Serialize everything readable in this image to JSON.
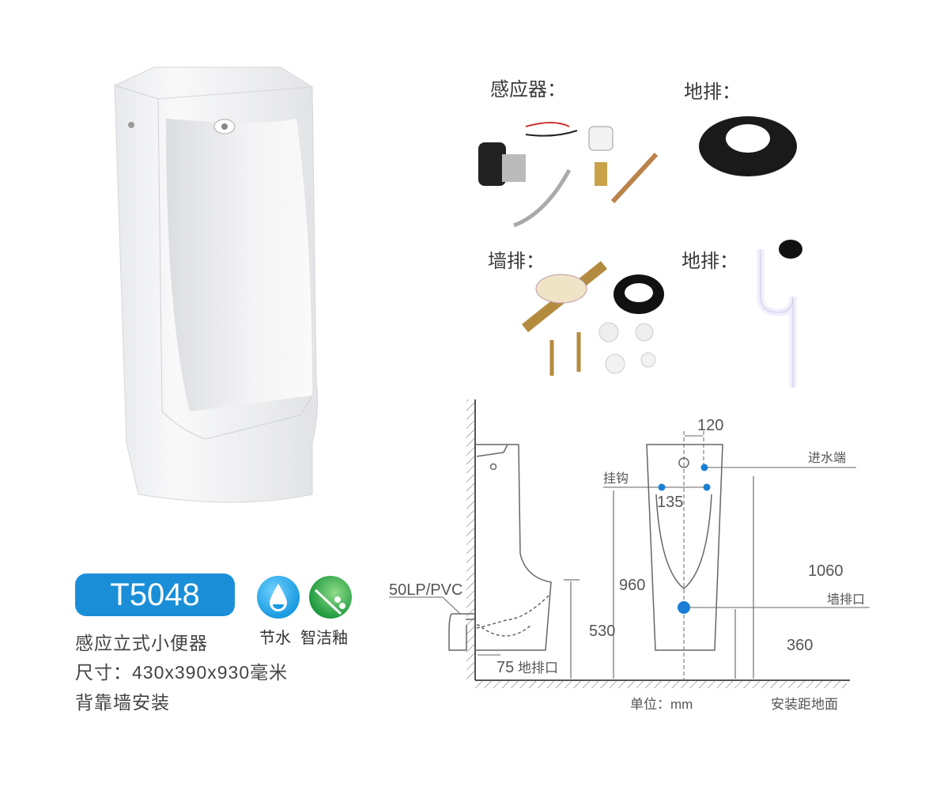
{
  "product": {
    "model": "T5048",
    "name": "感应立式小便器",
    "size": "尺寸：430x390x930毫米",
    "install": "背靠墙安装",
    "badges": [
      {
        "icon": "water-drop-icon",
        "label": "节水",
        "color": "#1a9be0"
      },
      {
        "icon": "glaze-icon",
        "label": "智洁釉",
        "color": "#1f9a3e"
      }
    ]
  },
  "accessories": {
    "sensor": "感应器：",
    "floor_drain_1": "地排：",
    "wall_drain": "墙排：",
    "floor_drain_2": "地排："
  },
  "diagram": {
    "pipe_label": "50LP/PVC",
    "floor_outlet_offset": "75",
    "floor_outlet_label": "地排口",
    "height_530": "530",
    "height_960": "960",
    "width_120": "120",
    "width_135": "135",
    "hook_label": "挂钩",
    "inlet_label": "进水端",
    "height_1060": "1060",
    "wall_outlet_label": "墙排口",
    "height_360": "360",
    "unit": "单位：mm",
    "note": "安装距地面",
    "accent": "#1a7fd4"
  }
}
